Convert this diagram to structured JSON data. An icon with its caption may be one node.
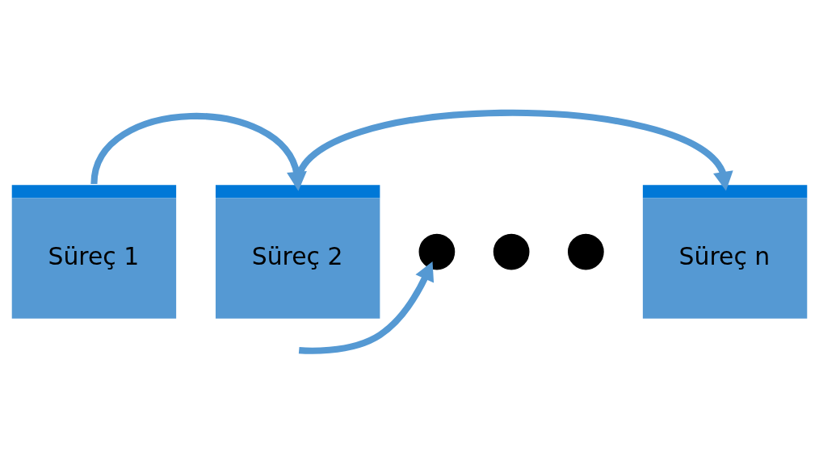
{
  "diagram": {
    "nodes": [
      {
        "text": [
          "Süreç 1"
        ]
      },
      {
        "text": [
          "Süreç 2"
        ]
      },
      {
        "text": [],
        "shape": "circle"
      },
      {
        "text": [],
        "shape": "circle"
      },
      {
        "text": [],
        "shape": "circle"
      },
      {
        "text": [
          "Süreç n"
        ]
      }
    ],
    "edges": [
      {
        "from": 0,
        "to": 1,
        "arrow": "to"
      },
      {
        "from": 1,
        "to": 5,
        "arrow": "to"
      },
      {
        "from": null,
        "to": 2,
        "arrow": "to"
      }
    ]
  }
}
